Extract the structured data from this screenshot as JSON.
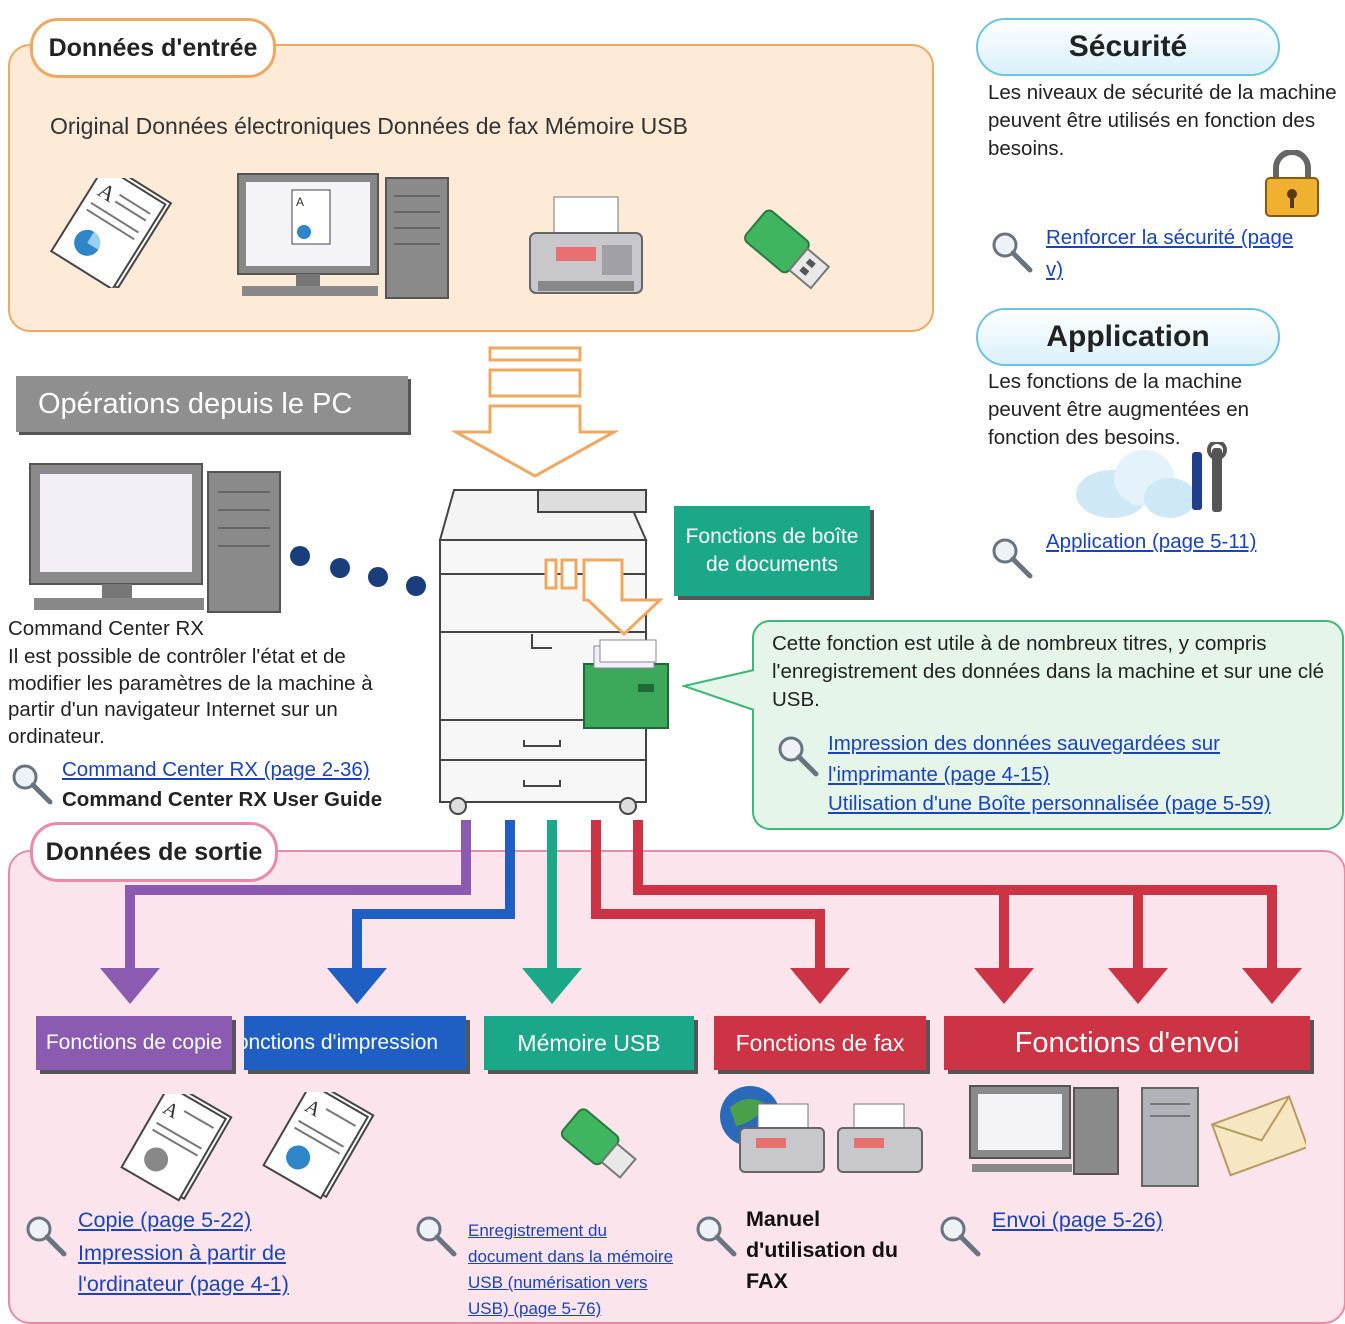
{
  "input": {
    "title": "Données d'entrée",
    "items_text": "Original Données électroniques Données de fax Mémoire USB"
  },
  "pc_ops": {
    "banner": "Opérations depuis le PC",
    "title": "Command Center RX",
    "desc": "Il est possible de contrôler l'état et de modifier les paramètres de la machine à partir d'un navigateur Internet sur un ordinateur.",
    "link": "Command Center RX (page 2-36)",
    "guide": "Command Center RX User Guide"
  },
  "security": {
    "title": "Sécurité",
    "desc": "Les niveaux de sécurité de la machine peuvent être utilisés en fonction des besoins.",
    "link_line1": "Renforcer la sécurité (page",
    "link_line2": "v)"
  },
  "application": {
    "title": "Application",
    "desc": "Les fonctions de la machine peuvent être augmentées en fonction des besoins.",
    "link": "Application (page 5-11)"
  },
  "doc_box": {
    "label_line1": "Fonctions de boîte",
    "label_line2": "de documents",
    "desc": "Cette fonction est utile à de nombreux titres, y compris l'enregistrement des données dans la machine et sur une clé USB.",
    "link1_line1": "Impression des données sauvegardées sur",
    "link1_line2": "l'imprimante (page 4-15)",
    "link2": "Utilisation d'une Boîte personnalisée (page 5-59)"
  },
  "output": {
    "title": "Données de sortie",
    "buttons": {
      "copy": "Fonctions de copie",
      "print": "Fonctions d'impression",
      "usb": "Mémoire USB",
      "fax": "Fonctions de fax",
      "send": "Fonctions d'envoi"
    },
    "copy_link": "Copie (page 5-22)",
    "print_link_line1": "Impression à partir de",
    "print_link_line2": "l'ordinateur (page 4-1)",
    "usb_link_line1": "Enregistrement du",
    "usb_link_line2": "document dans la mémoire",
    "usb_link_line3": "USB (numérisation vers",
    "usb_link_line4": "USB) (page 5-76)",
    "fax_manual_line1": "Manuel",
    "fax_manual_line2": "d'utilisation du",
    "fax_manual_line3": "FAX",
    "send_link": "Envoi (page 5-26)"
  },
  "colors": {
    "input_border": "#f0a860",
    "input_fill": "#fdebd8",
    "output_border": "#e88aa8",
    "output_fill": "#fbe4ec",
    "copy": "#8a5bb0",
    "print": "#1f5fc4",
    "usb": "#1aa888",
    "fax": "#cc3344",
    "send": "#cc3344",
    "link": "#1a44b8"
  }
}
